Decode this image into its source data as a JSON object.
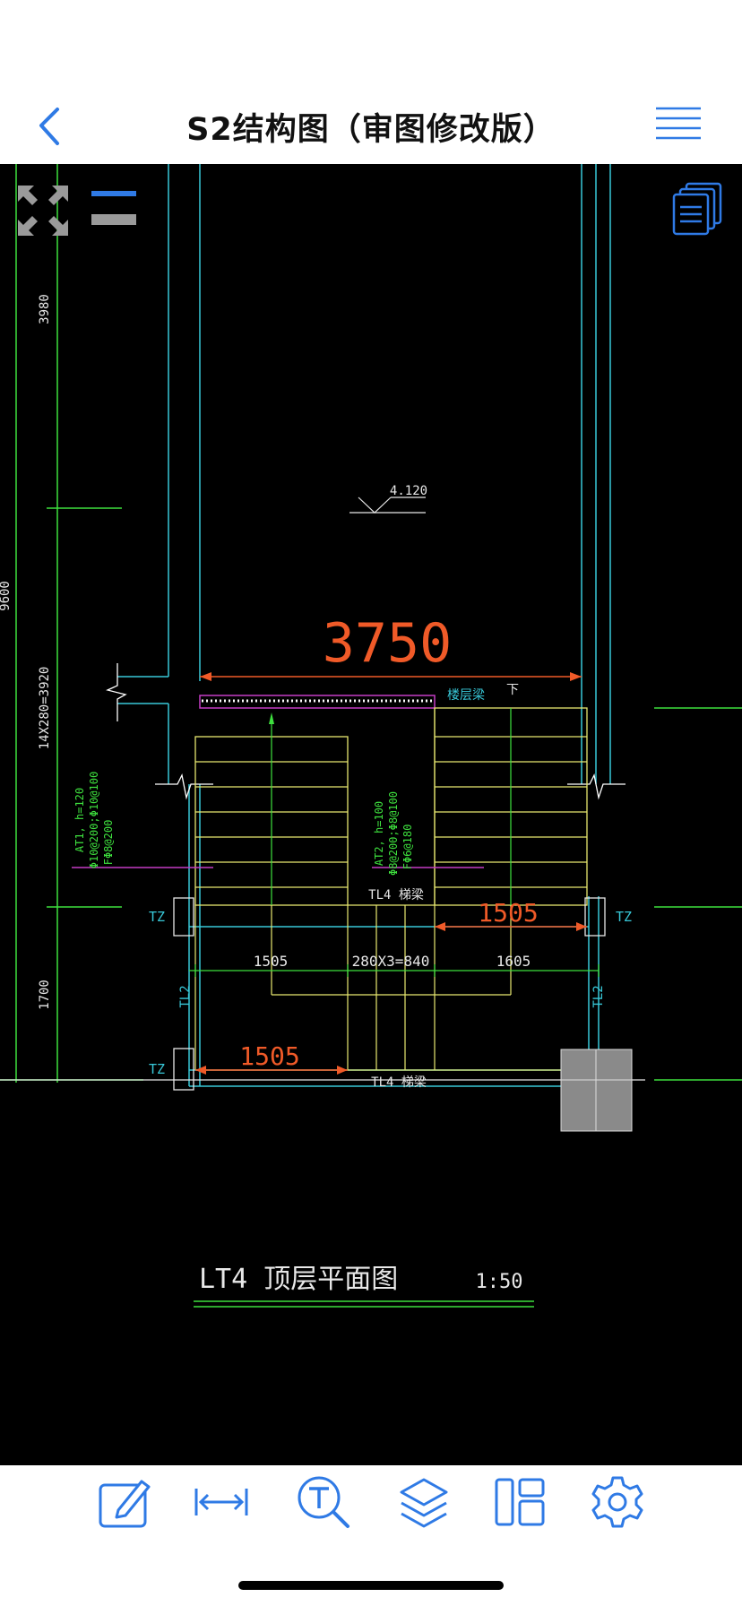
{
  "header": {
    "title": "S2结构图（审图修改版）"
  },
  "icons": {
    "back": "chevron-left-icon",
    "menu": "hamburger-menu-icon",
    "fullscreen": "expand-arrows-icon",
    "layout": "split-view-icon",
    "pages": "pages-stack-icon",
    "annotate": "pencil-edit-icon",
    "measure": "measure-arrows-icon",
    "text_search": "text-search-icon",
    "layers": "layers-icon",
    "split": "panel-layout-icon",
    "settings": "gear-icon"
  },
  "colors": {
    "accent": "#2f7ae5",
    "cad_bg": "#000000",
    "cyan": "#38c8d8",
    "green": "#3ee03e",
    "yellow": "#e8e870",
    "orange": "#f05a28",
    "magenta": "#c43cc4",
    "white": "#e8e8e8"
  },
  "drawing": {
    "dim_top": "3750",
    "dim_right_upper": "1505",
    "dim_left_lower": "1505",
    "dim_1505": "1505",
    "dim_280x3": "280X3=840",
    "dim_1605": "1605",
    "v_3980": "3980",
    "v_9600": "9600",
    "v_14x280": "14X280=3920",
    "v_1700": "1700",
    "elevation": "4.120",
    "label_lcl": "楼层梁",
    "label_xia": "下",
    "at1": [
      "AT1, h=120",
      "Φ10@200;Φ10@100",
      "FΦ8@200"
    ],
    "at2": [
      "AT2, h=100",
      "Φ8@200;Φ8@100",
      "FΦ6@180"
    ],
    "tl4_upper": "TL4 梯梁",
    "tl4_lower": "TL4 梯梁",
    "tz": "TZ",
    "tl2": "TL2",
    "caption": "LT4  顶层平面图",
    "scale": "1:50"
  }
}
